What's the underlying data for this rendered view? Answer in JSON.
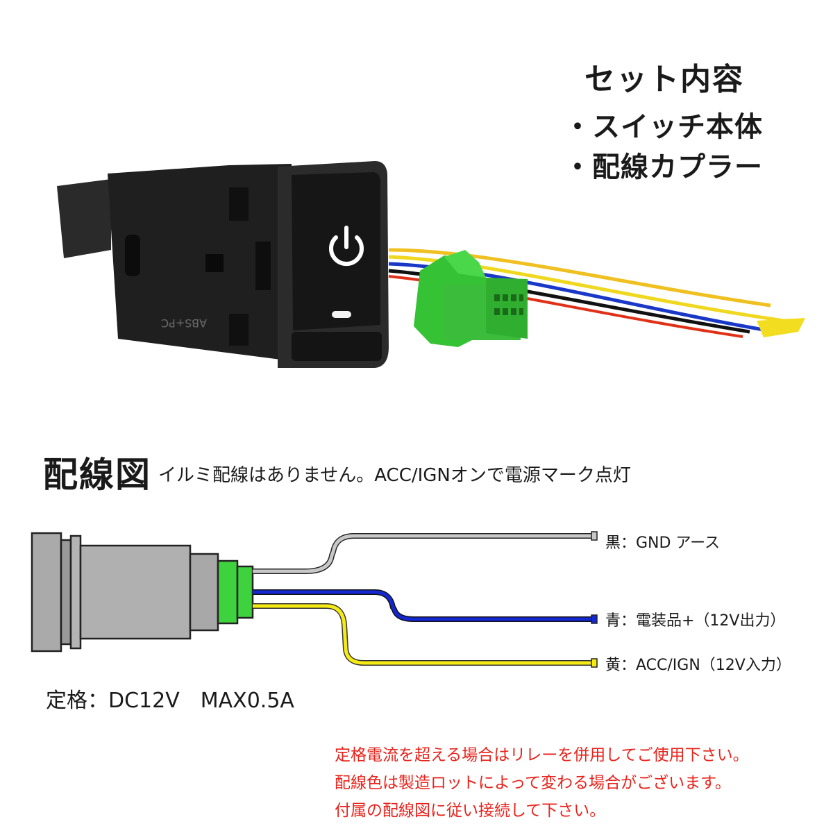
{
  "set_contents": {
    "title": "セット内容",
    "items": [
      "・スイッチ本体",
      "・配線カプラー"
    ]
  },
  "product": {
    "switch_body_print": "ABS+PC",
    "icon": "power-icon",
    "colors": {
      "body": "#1c1c1c",
      "coupler": "#3cc83c"
    }
  },
  "wiring": {
    "title": "配線図",
    "note": "イルミ配線はありません。ACC/IGNオンで電源マーク点灯",
    "wires": [
      {
        "label": "黒：GND アース",
        "color": "#c8c8c8"
      },
      {
        "label": "青：電装品+（12V出力）",
        "color": "#1428d2"
      },
      {
        "label": "黄：ACC/IGN（12V入力）",
        "color": "#f5ea14"
      }
    ],
    "rating": "定格：DC12V　MAX0.5A"
  },
  "warnings": [
    "定格電流を超える場合はリレーを併用してご使用下さい。",
    "配線色は製造ロットによって変わる場合がございます。",
    "付属の配線図に従い接続して下さい。"
  ]
}
